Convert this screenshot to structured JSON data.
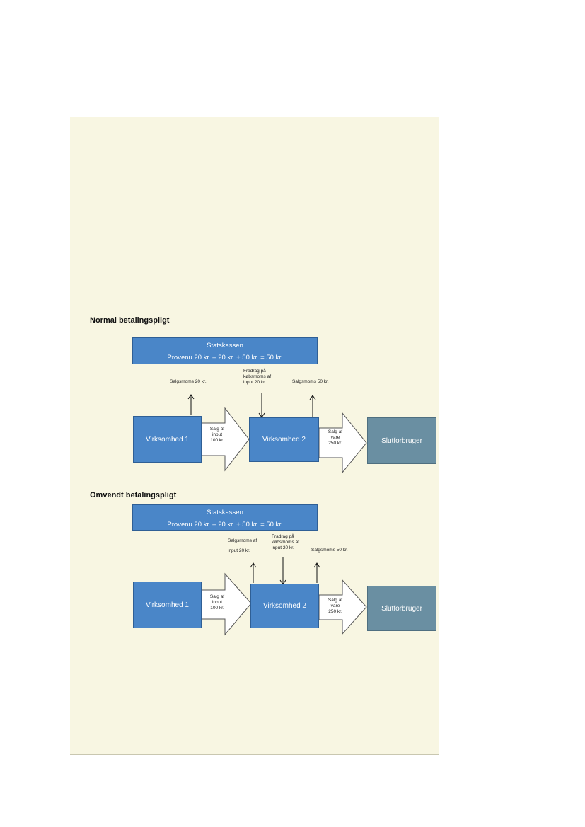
{
  "normal": {
    "heading": "Normal betalingspligt",
    "statskassen": {
      "title": "Statskassen",
      "formula": "Provenu 20 kr. – 20 kr. + 50 kr. = 50 kr."
    },
    "label_salgsmoms_1": "Salgsmoms 20 kr.",
    "label_fradrag": [
      "Fradrag på",
      "købsmoms  af",
      "input 20 kr."
    ],
    "label_salgsmoms_2": "Salgsmoms 50 kr.",
    "box_v1": "Virksomhed 1",
    "box_v2": "Virksomhed 2",
    "box_slut": "Slutforbruger",
    "arrow1": [
      "Salg af",
      "input",
      "100 kr."
    ],
    "arrow2": [
      "Salg af",
      "vare",
      "250 kr."
    ]
  },
  "omvendt": {
    "heading": "Omvendt betalingspligt",
    "statskassen": {
      "title": "Statskassen",
      "formula": "Provenu 20 kr. – 20 kr. + 50 kr. = 50 kr."
    },
    "label_salgsmoms_1": [
      "Salgsmoms af",
      "input 20 kr."
    ],
    "label_fradrag": [
      "Fradrag på",
      "købsmoms  af",
      "input 20 kr."
    ],
    "label_salgsmoms_2": "Salgsmoms 50 kr.",
    "box_v1": "Virksomhed 1",
    "box_v2": "Virksomhed 2",
    "box_slut": "Slutforbruger",
    "arrow1": [
      "Salg af",
      "input",
      "100 kr."
    ],
    "arrow2": [
      "Salg af",
      "vare",
      "250 kr."
    ]
  }
}
